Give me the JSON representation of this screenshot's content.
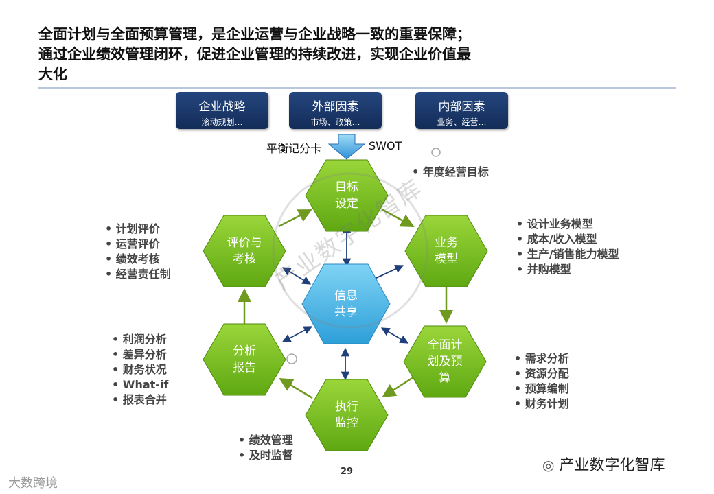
{
  "title": {
    "line1": "全面计划与全面预算管理，是企业运营与企业战略一致的重要保障；",
    "line2": "通过企业绩效管理闭环，促进企业管理的持续改进，实现企业价值最",
    "line3": "大化"
  },
  "top_boxes": [
    {
      "main": "企业战略",
      "sub": "滚动规划…"
    },
    {
      "main": "外部因素",
      "sub": "市场、政策…"
    },
    {
      "main": "内部因素",
      "sub": "业务、经营…"
    }
  ],
  "arrow_labels": {
    "left": "平衡记分卡",
    "right": "SWOT"
  },
  "hexagons": {
    "goal": [
      "目标",
      "设定"
    ],
    "business": [
      "业务",
      "模型"
    ],
    "plan": [
      "全面计",
      "划及预",
      "算"
    ],
    "execute": [
      "执行",
      "监控"
    ],
    "analysis": [
      "分析",
      "报告"
    ],
    "evaluate": [
      "评价与",
      "考核"
    ],
    "center": [
      "信息",
      "共享"
    ]
  },
  "bullets": {
    "goal": [
      "年度经营目标"
    ],
    "business": [
      "设计业务模型",
      "成本/收入模型",
      "生产/销售能力模型",
      "并购模型"
    ],
    "plan": [
      "需求分析",
      "资源分配",
      "预算编制",
      "财务计划"
    ],
    "execute": [
      "绩效管理",
      "及时监督"
    ],
    "analysis": [
      "利润分析",
      "差异分析",
      "财务状况",
      "What-if",
      "报表合并"
    ],
    "evaluate": [
      "计划评价",
      "运营评价",
      "绩效考核",
      "经营责任制"
    ]
  },
  "colors": {
    "green": "#7dc21e",
    "green_dark": "#5c9a12",
    "blue": "#4ab3e6",
    "navy": "#1b3a6b",
    "arrow_green": "#6f9a1f",
    "arrow_navy": "#1f3f7a"
  },
  "watermark": "产业数字化智库",
  "page_number": "29",
  "brand": "产业数字化智库",
  "corner_logo": "大数跨境"
}
